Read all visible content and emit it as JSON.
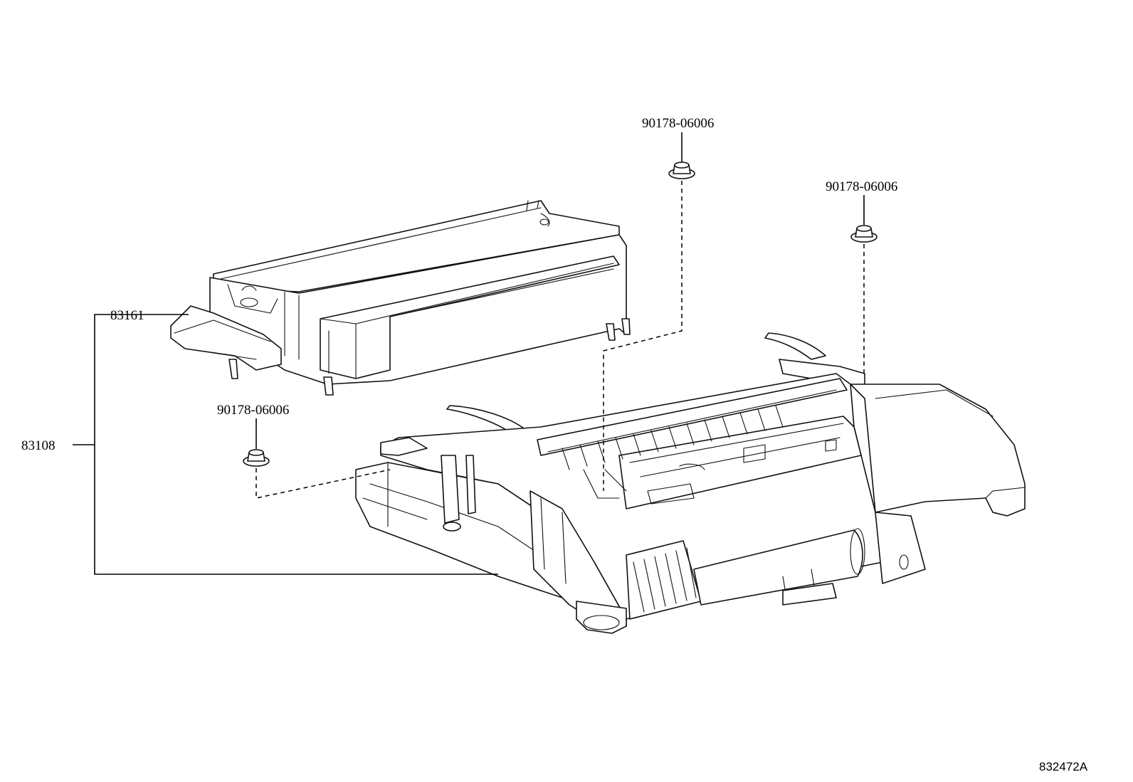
{
  "callouts": {
    "assembly": "83108",
    "cover": "83161",
    "clip_top": "90178-06006",
    "clip_right": "90178-06006",
    "clip_left": "90178-06006"
  },
  "illustration_code": "832472A"
}
